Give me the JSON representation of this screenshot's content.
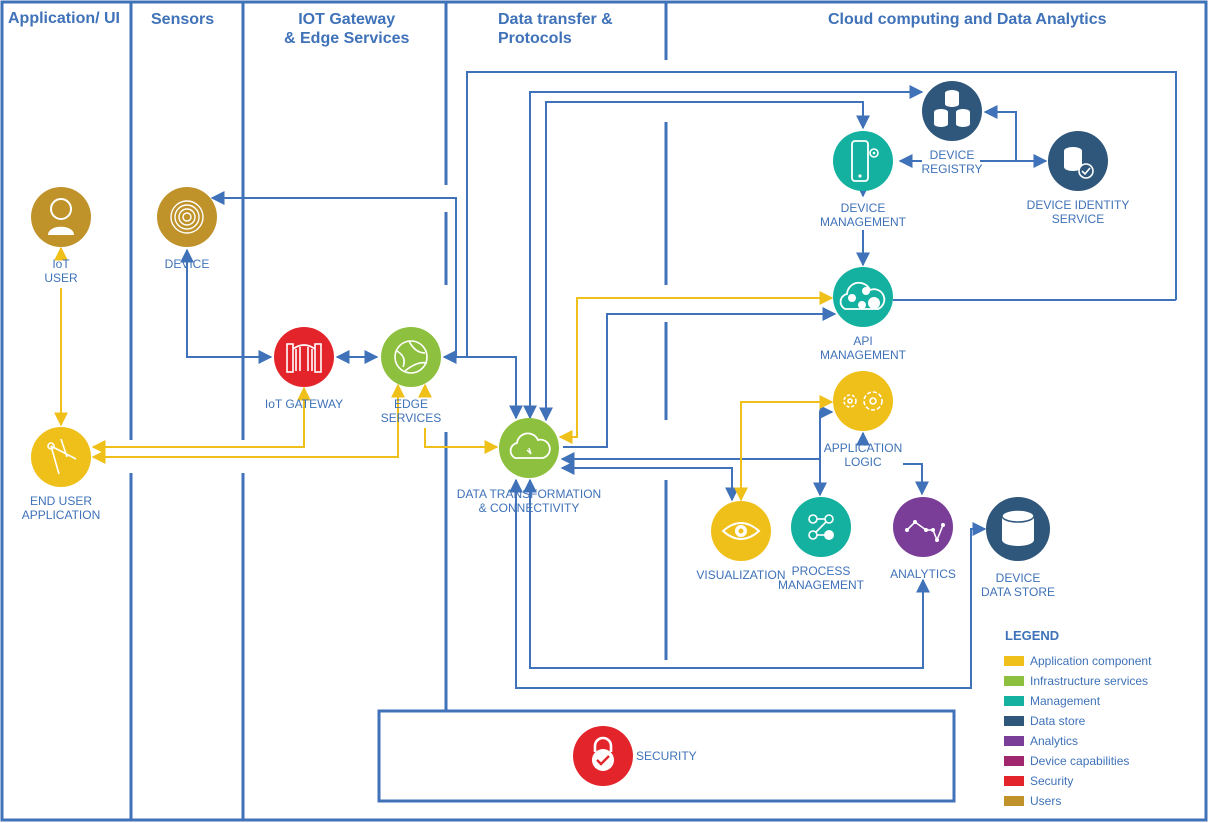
{
  "headers": {
    "app_ui": "Application/ UI",
    "sensors": "Sensors",
    "iot_gateway": "IOT Gateway\n& Edge Services",
    "data_transfer": "Data transfer &\nProtocols",
    "cloud": "Cloud computing and Data Analytics"
  },
  "nodes": {
    "iot_user": {
      "label": "IoT\nUSER",
      "color": "#c0922a",
      "icon": "user-icon"
    },
    "device": {
      "label": "DEVICE",
      "color": "#c0922a",
      "icon": "fingerprint-icon"
    },
    "iot_gateway": {
      "label": "IoT GATEWAY",
      "color": "#e3242b",
      "icon": "gate-icon"
    },
    "edge_services": {
      "label": "EDGE\nSERVICES",
      "color": "#8dc03f",
      "icon": "globe-icon"
    },
    "data_transformation": {
      "label": "DATA TRANSFORMATION\n& CONNECTIVITY",
      "color": "#8dc03f",
      "icon": "cloud-icon"
    },
    "end_user_application": {
      "label": "END USER\nAPPLICATION",
      "color": "#efbf1a",
      "icon": "compass-icon"
    },
    "device_management": {
      "label": "DEVICE\nMANAGEMENT",
      "color": "#14b1a0",
      "icon": "phone-gear-icon"
    },
    "device_registry": {
      "label": "DEVICE\nREGISTRY",
      "color": "#2f577c",
      "icon": "databases-icon"
    },
    "device_identity_service": {
      "label": "DEVICE IDENTITY\nSERVICE",
      "color": "#2f577c",
      "icon": "database-check-icon"
    },
    "api_management": {
      "label": "API\nMANAGEMENT",
      "color": "#14b1a0",
      "icon": "cloud-network-icon"
    },
    "application_logic": {
      "label": "APPLICATION\nLOGIC",
      "color": "#efbf1a",
      "icon": "gears-icon"
    },
    "visualization": {
      "label": "VISUALIZATION",
      "color": "#efbf1a",
      "icon": "eye-icon"
    },
    "process_management": {
      "label": "PROCESS\nMANAGEMENT",
      "color": "#14b1a0",
      "icon": "workflow-icon"
    },
    "analytics": {
      "label": "ANALYTICS",
      "color": "#7a3e98",
      "icon": "line-chart-icon"
    },
    "device_data_store": {
      "label": "DEVICE\nDATA STORE",
      "color": "#2f577c",
      "icon": "database-icon"
    },
    "security": {
      "label": "SECURITY",
      "color": "#e3242b",
      "icon": "lock-icon"
    }
  },
  "legend": {
    "title": "LEGEND",
    "items": [
      {
        "label": "Application component",
        "color": "#efbf1a"
      },
      {
        "label": "Infrastructure services",
        "color": "#8dc03f"
      },
      {
        "label": "Management",
        "color": "#14b1a0"
      },
      {
        "label": "Data store",
        "color": "#2f577c"
      },
      {
        "label": "Analytics",
        "color": "#7a3e98"
      },
      {
        "label": "Device capabilities",
        "color": "#a0266e"
      },
      {
        "label": "Security",
        "color": "#e3242b"
      },
      {
        "label": "Users",
        "color": "#c0922a"
      }
    ]
  },
  "colors": {
    "blue_line": "#3f72b8",
    "yellow_line": "#efbf1a"
  }
}
